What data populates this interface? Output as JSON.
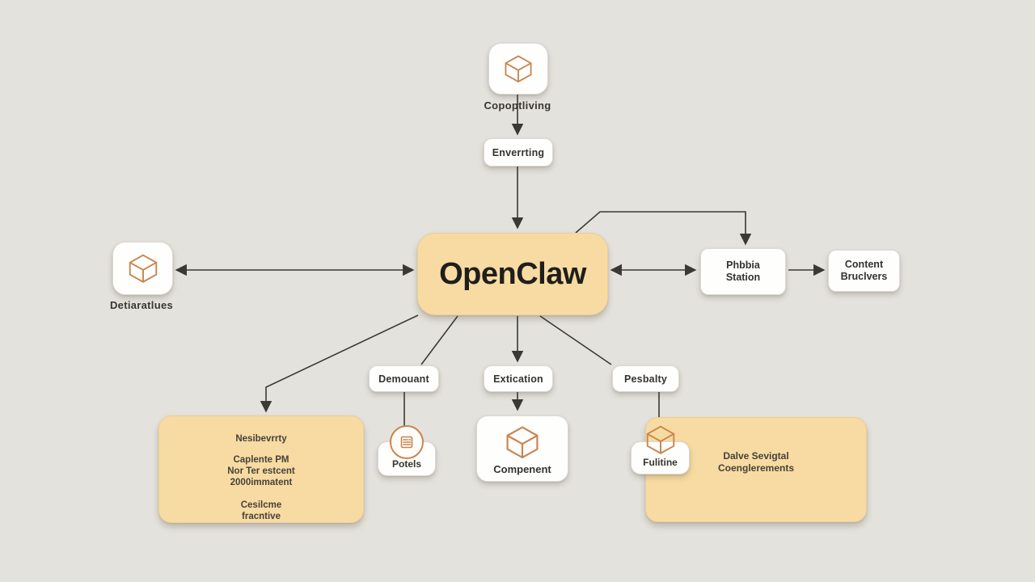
{
  "diagram": {
    "center_label": "OpenClaw",
    "top_node": {
      "label": "Copoptliving"
    },
    "enverting_label": "Enverrting",
    "left_node": {
      "label": "Detiaratlues"
    },
    "phbbia": {
      "line1": "Phbbia",
      "line2": "Station"
    },
    "content": {
      "line1": "Content",
      "line2": "Bruclvers"
    },
    "demouant_label": "Demouant",
    "extication_label": "Extication",
    "pesbalty_label": "Pesbalty",
    "left_box": {
      "lines": [
        "Nesibevrrty",
        "Caplente PM",
        "Nor Ter estcent",
        "2000immatent",
        "Cesilcme",
        "fracntive"
      ]
    },
    "potels_label": "Potels",
    "component_label": "Compenent",
    "fulltine_label": "Fulitine",
    "right_box": {
      "line1": "Dalve Sevigtal",
      "line2": "Coenglerements"
    },
    "colors": {
      "background": "#E4E2DC",
      "tan": "#F8DBA2",
      "orange": "#C9854F",
      "line": "#3A3936"
    }
  }
}
